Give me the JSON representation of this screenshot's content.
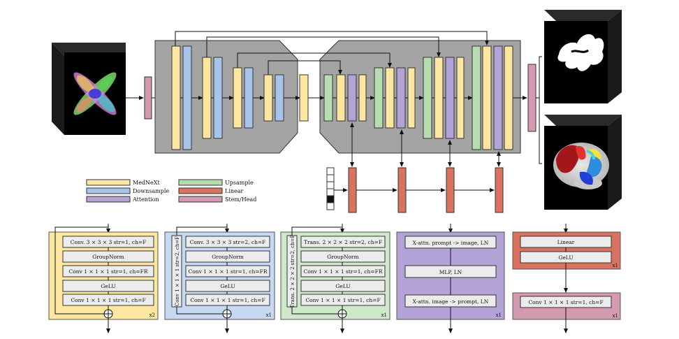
{
  "legend": {
    "medNeXt": "MedNeXt",
    "downsample": "Downsample",
    "attention": "Attention",
    "upsample": "Upsample",
    "linear": "Linear",
    "stemHead": "Stem/Head"
  },
  "colors": {
    "yellow": "#fde7a0",
    "blue": "#a9c4ea",
    "purple": "#b3a3d6",
    "green": "#b6ddb0",
    "red": "#d9735f",
    "pink": "#d49ab1",
    "gray": "#a4a4a4"
  },
  "blocks": {
    "mednext": {
      "rows": [
        "Conv. 3 × 3 × 3 str=1, ch=F",
        "GroupNorm",
        "Conv 1 × 1 × 1 str=1, ch=FR",
        "GeLU",
        "Conv 1 × 1 × 1 str=1, ch=F"
      ],
      "mult": "x2"
    },
    "down": {
      "rows": [
        "Conv. 3 × 3 × 3 str=2, ch=F",
        "GroupNorm",
        "Conv 1 × 1 × 1 str=1, ch=FR",
        "GeLU",
        "Conv 1 × 1 × 1 str=1, ch=F"
      ],
      "side": "Conv 1 × 1 × 1 str=2, ch=F",
      "mult": "x1"
    },
    "up": {
      "rows": [
        "Trans. 2 × 2 × 2 str=2, ch=F",
        "GroupNorm",
        "Conv 1 × 1 × 1 str=1, ch=FR",
        "GeLU",
        "Conv 1 × 1 × 1 str=1, ch=F"
      ],
      "side": "Trans. 2 × 2 × 2 str=2, ch=F",
      "mult": "x1"
    },
    "attn": {
      "rows": [
        "X-attn. prompt -> image, LN",
        "MLP, LN",
        "X-attn. image -> prompt, LN"
      ],
      "mult": "x1"
    },
    "linear": {
      "rows": [
        "Linear",
        "GeLU"
      ],
      "mult": "x1"
    },
    "head": {
      "rows": [
        "Conv 1 × 1 × 1 str=1, ch=F"
      ],
      "mult": "x1"
    }
  }
}
